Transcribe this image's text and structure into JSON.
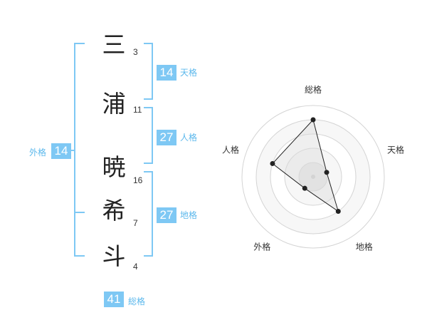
{
  "name": {
    "chars": [
      {
        "char": "三",
        "strokes": "3"
      },
      {
        "char": "浦",
        "strokes": "11"
      },
      {
        "char": "暁",
        "strokes": "16"
      },
      {
        "char": "希",
        "strokes": "7"
      },
      {
        "char": "斗",
        "strokes": "4"
      }
    ]
  },
  "kakusu": {
    "tenkaku": {
      "value": "14",
      "label": "天格"
    },
    "jinkaku": {
      "value": "27",
      "label": "人格"
    },
    "chikaku": {
      "value": "27",
      "label": "地格"
    },
    "gaikaku": {
      "value": "14",
      "label": "外格"
    },
    "soukaku": {
      "value": "41",
      "label": "総格"
    }
  },
  "colors": {
    "accent": "#7ec8f4",
    "accent_text": "#5cb8ec",
    "chart_fill": "#eeeeee",
    "chart_line": "#222222"
  },
  "chart_data": {
    "type": "radar",
    "axes": [
      "総格",
      "天格",
      "地格",
      "外格",
      "人格"
    ],
    "values": [
      4,
      1,
      3,
      1,
      3
    ],
    "max": 5,
    "rings": 5
  }
}
